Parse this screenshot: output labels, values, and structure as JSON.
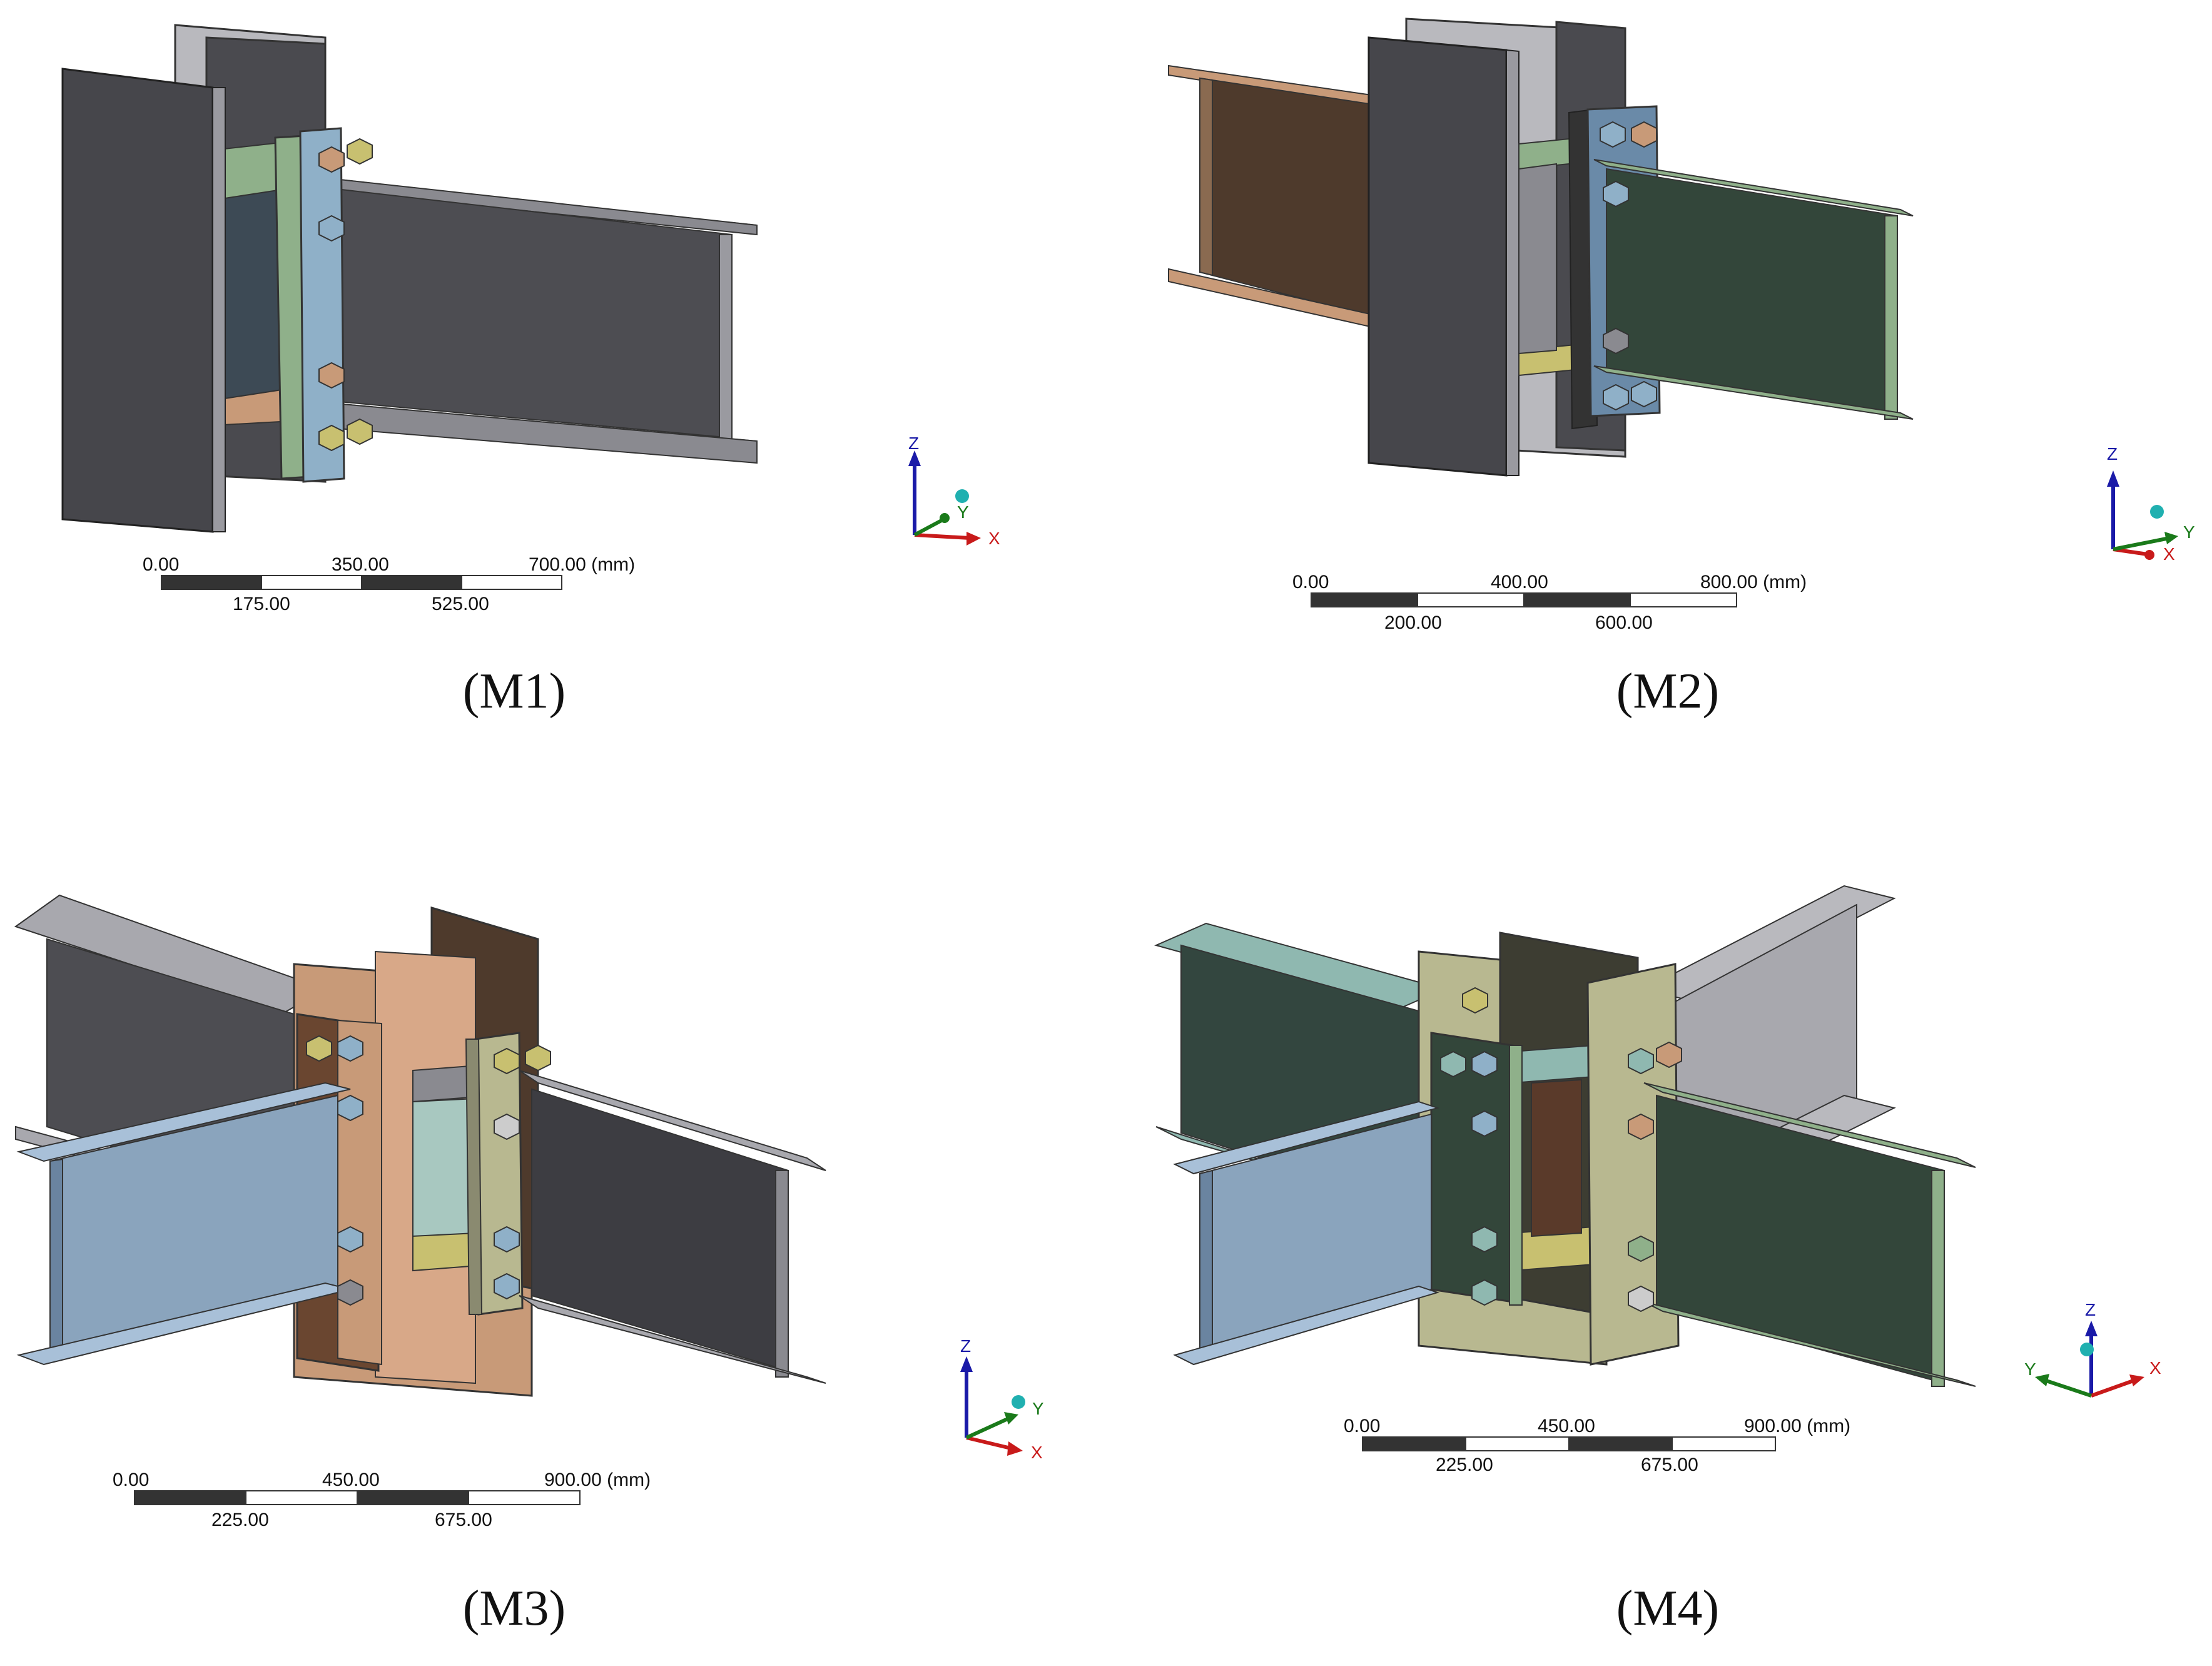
{
  "panels": [
    {
      "id": "M1",
      "caption": "(M1)",
      "scale_bar": {
        "top_labels": [
          "0.00",
          "350.00",
          "700.00 (mm)"
        ],
        "bottom_labels": [
          "175.00",
          "525.00"
        ]
      },
      "axes": {
        "z": "Z",
        "y": "Y",
        "x": "X"
      }
    },
    {
      "id": "M2",
      "caption": "(M2)",
      "scale_bar": {
        "top_labels": [
          "0.00",
          "400.00",
          "800.00 (mm)"
        ],
        "bottom_labels": [
          "200.00",
          "600.00"
        ]
      },
      "axes": {
        "z": "Z",
        "y": "Y",
        "x": "X"
      }
    },
    {
      "id": "M3",
      "caption": "(M3)",
      "scale_bar": {
        "top_labels": [
          "0.00",
          "450.00",
          "900.00 (mm)"
        ],
        "bottom_labels": [
          "225.00",
          "675.00"
        ]
      },
      "axes": {
        "z": "Z",
        "y": "Y",
        "x": "X"
      }
    },
    {
      "id": "M4",
      "caption": "(M4)",
      "scale_bar": {
        "top_labels": [
          "0.00",
          "450.00",
          "900.00 (mm)"
        ],
        "bottom_labels": [
          "225.00",
          "675.00"
        ]
      },
      "axes": {
        "z": "Z",
        "y": "Y",
        "x": "X"
      }
    }
  ],
  "colors": {
    "column_dark": "#46464b",
    "column_light": "#b9b9be",
    "beam_grey": "#4d4d52",
    "beam_blue": "#8aa4bd",
    "beam_green": "#33463a",
    "beam_brown": "#4e3a2c",
    "plate_blue": "#8fb0c8",
    "plate_tan": "#b8b890",
    "plate_copper": "#c89a78",
    "z_axis": "#1a1aa8",
    "y_axis": "#1a7a1a",
    "x_axis": "#c81a1a",
    "origin": "#20b0b0"
  }
}
